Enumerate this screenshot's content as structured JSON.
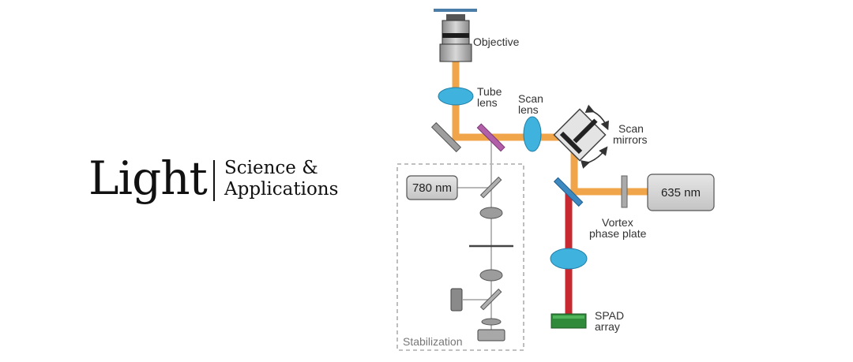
{
  "logo": {
    "word": "Light",
    "line1": "Science &",
    "line2": "Applications"
  },
  "labels": {
    "objective": "Objective",
    "tube_1": "Tube",
    "tube_2": "lens",
    "scanlens_1": "Scan",
    "scanlens_2": "lens",
    "scanmirrors_1": "Scan",
    "scanmirrors_2": "mirrors",
    "laser_780": "780 nm",
    "laser_635": "635 nm",
    "vortex_1": "Vortex",
    "vortex_2": "phase plate",
    "spad_1": "SPAD",
    "spad_2": "array",
    "stabilization": "Stabilization"
  },
  "colors": {
    "beam_orange": "#f0a54a",
    "beam_red": "#c8282f",
    "lens_fill": "#3fb3de",
    "lens_stroke": "#1f7fa8",
    "stab_beam": "#b8b8b8",
    "dichroic": "#b25fa9",
    "spad_green": "#2f8a3a"
  }
}
